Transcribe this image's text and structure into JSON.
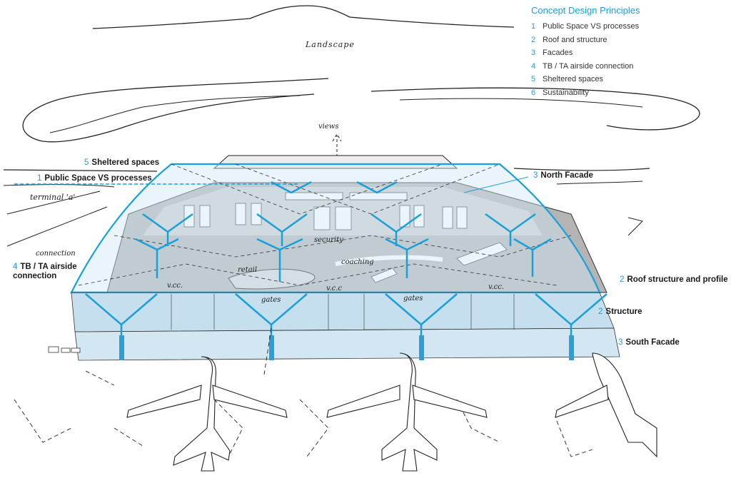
{
  "legend": {
    "title": "Concept Design Principles",
    "items": [
      {
        "num": "1",
        "text": "Public Space VS processes"
      },
      {
        "num": "2",
        "text": "Roof and structure"
      },
      {
        "num": "3",
        "text": "Facades"
      },
      {
        "num": "4",
        "text": "TB / TA airside connection"
      },
      {
        "num": "5",
        "text": "Sheltered spaces"
      },
      {
        "num": "6",
        "text": "Sustainability"
      }
    ]
  },
  "callouts": {
    "sheltered": {
      "num": "5",
      "text": "Sheltered spaces"
    },
    "public_space": {
      "num": "1",
      "text": "Public Space VS processes"
    },
    "north_facade": {
      "num": "3",
      "text": "North Facade"
    },
    "airside_connection": {
      "num": "4",
      "text": "TB / TA airside",
      "text2": "connection"
    },
    "roof_structure": {
      "num": "2",
      "text": "Roof structure and profile"
    },
    "structure": {
      "num": "2",
      "text": "Structure"
    },
    "south_facade": {
      "num": "3",
      "text": "South Facade"
    }
  },
  "sketch_notes": {
    "landscape": "Landscape",
    "views": "views",
    "terminal_a": "terminal 'a'",
    "connection": "connection",
    "security": "security",
    "retail": "retail",
    "coaching": "coaching",
    "vcc_1": "v.cc.",
    "vcc_2": "v.c.c",
    "vcc_3": "v.cc.",
    "gates_1": "gates",
    "gates_2": "gates"
  },
  "colors": {
    "accent": "#1a9fd9",
    "roof_glass": "#cfe8f6",
    "structure": "#2b9fd6",
    "floor": "#a9a9a9",
    "facade": "#9ec9e2"
  },
  "icons": [
    "aircraft-icon",
    "y-column-icon"
  ]
}
